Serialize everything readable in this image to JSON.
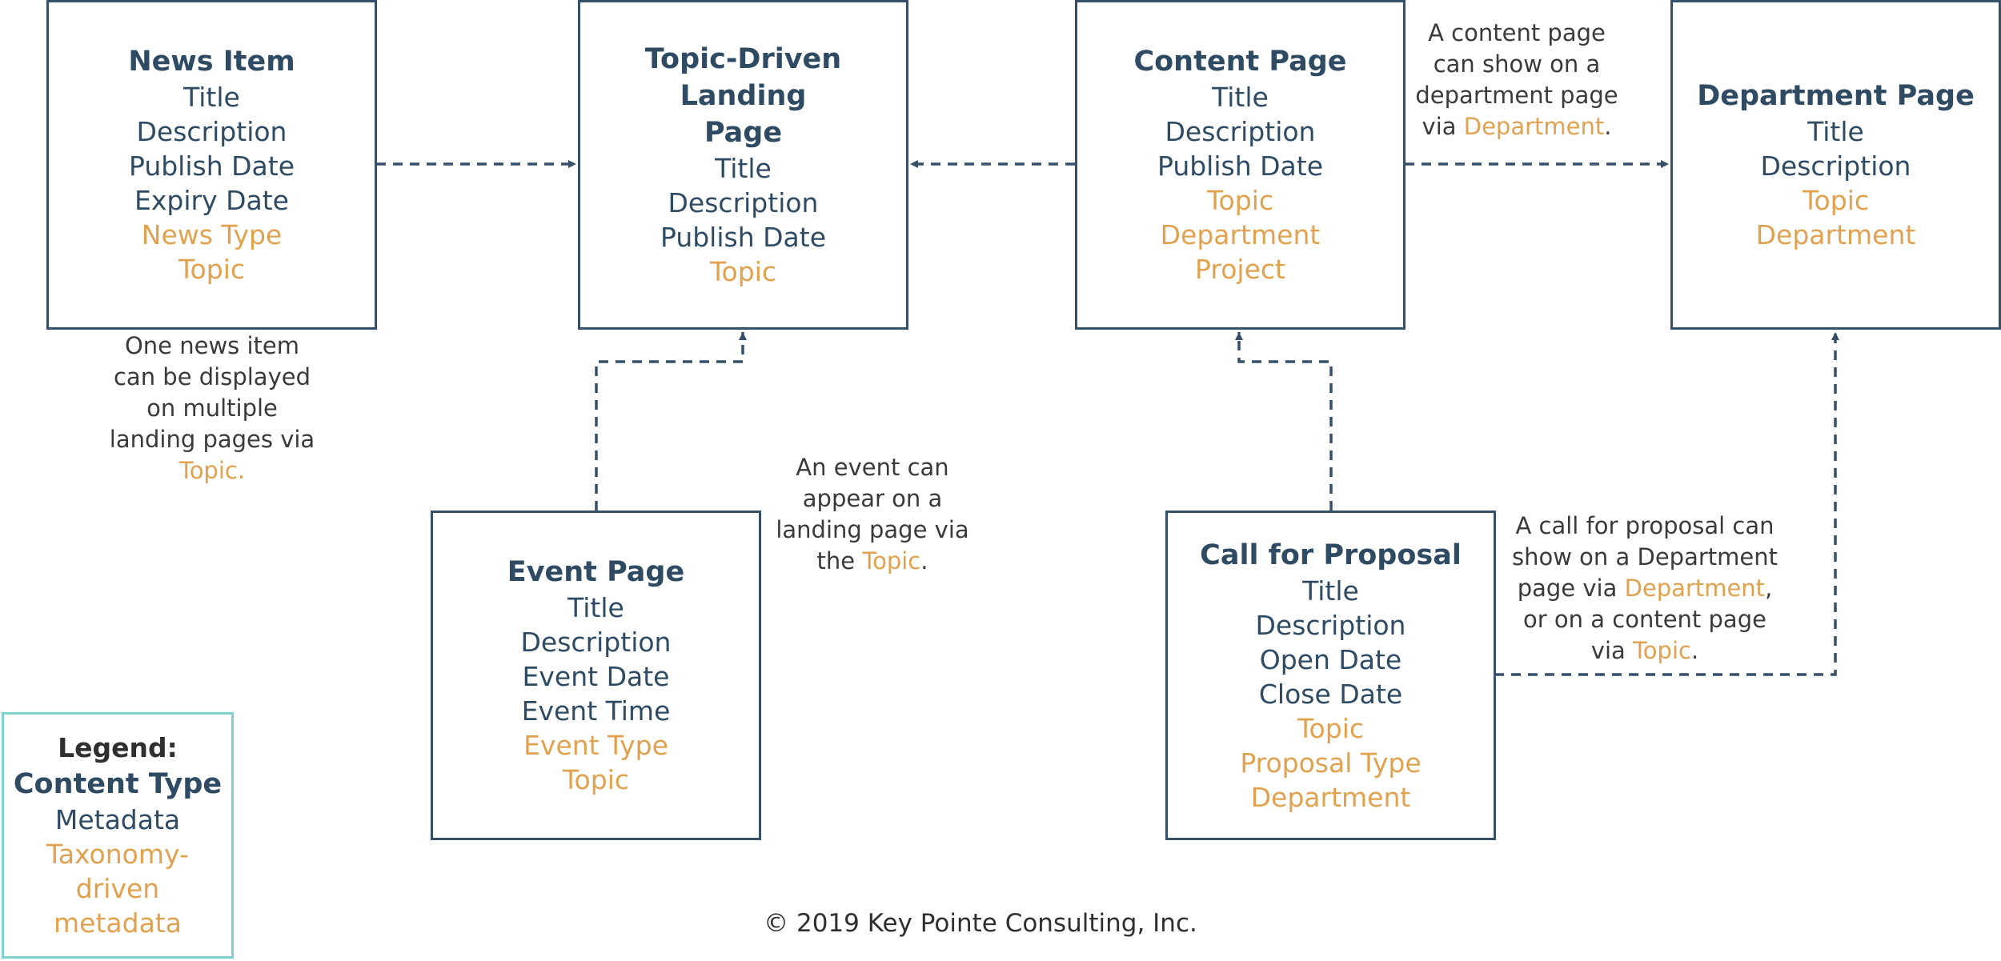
{
  "content_types": {
    "news_item": {
      "title": "News Item",
      "fields": [
        {
          "text": "Title",
          "kind": "metadata"
        },
        {
          "text": "Description",
          "kind": "metadata"
        },
        {
          "text": "Publish Date",
          "kind": "metadata"
        },
        {
          "text": "Expiry Date",
          "kind": "metadata"
        },
        {
          "text": "News Type",
          "kind": "taxonomy"
        },
        {
          "text": "Topic",
          "kind": "taxonomy"
        }
      ]
    },
    "topic_landing_page": {
      "title": "Topic-Driven Landing Page",
      "fields": [
        {
          "text": "Title",
          "kind": "metadata"
        },
        {
          "text": "Description",
          "kind": "metadata"
        },
        {
          "text": "Publish Date",
          "kind": "metadata"
        },
        {
          "text": "Topic",
          "kind": "taxonomy"
        }
      ]
    },
    "content_page": {
      "title": "Content Page",
      "fields": [
        {
          "text": "Title",
          "kind": "metadata"
        },
        {
          "text": "Description",
          "kind": "metadata"
        },
        {
          "text": "Publish Date",
          "kind": "metadata"
        },
        {
          "text": "Topic",
          "kind": "taxonomy"
        },
        {
          "text": "Department",
          "kind": "taxonomy"
        },
        {
          "text": "Project",
          "kind": "taxonomy"
        }
      ]
    },
    "department_page": {
      "title": "Department Page",
      "fields": [
        {
          "text": "Title",
          "kind": "metadata"
        },
        {
          "text": "Description",
          "kind": "metadata"
        },
        {
          "text": "Topic",
          "kind": "taxonomy"
        },
        {
          "text": "Department",
          "kind": "taxonomy"
        }
      ]
    },
    "event_page": {
      "title": "Event Page",
      "fields": [
        {
          "text": "Title",
          "kind": "metadata"
        },
        {
          "text": "Description",
          "kind": "metadata"
        },
        {
          "text": "Event Date",
          "kind": "metadata"
        },
        {
          "text": "Event Time",
          "kind": "metadata"
        },
        {
          "text": "Event Type",
          "kind": "taxonomy"
        },
        {
          "text": "Topic",
          "kind": "taxonomy"
        }
      ]
    },
    "call_for_proposal": {
      "title": "Call for Proposal",
      "fields": [
        {
          "text": "Title",
          "kind": "metadata"
        },
        {
          "text": "Description",
          "kind": "metadata"
        },
        {
          "text": "Open Date",
          "kind": "metadata"
        },
        {
          "text": "Close Date",
          "kind": "metadata"
        },
        {
          "text": "Topic",
          "kind": "taxonomy"
        },
        {
          "text": "Proposal Type",
          "kind": "taxonomy"
        },
        {
          "text": "Department",
          "kind": "taxonomy"
        }
      ]
    }
  },
  "notes": {
    "news": {
      "lines": [
        [
          {
            "t": "One news item"
          }
        ],
        [
          {
            "t": "can be displayed"
          }
        ],
        [
          {
            "t": "on multiple"
          }
        ],
        [
          {
            "t": "landing pages via"
          }
        ],
        [
          {
            "t": "Topic.",
            "hl": true
          }
        ]
      ]
    },
    "content": {
      "lines": [
        [
          {
            "t": "A content page"
          }
        ],
        [
          {
            "t": "can show on a"
          }
        ],
        [
          {
            "t": "department page"
          }
        ],
        [
          {
            "t": "via "
          },
          {
            "t": "Department",
            "hl": true
          },
          {
            "t": "."
          }
        ]
      ]
    },
    "event": {
      "lines": [
        [
          {
            "t": "An event can"
          }
        ],
        [
          {
            "t": "appear on a"
          }
        ],
        [
          {
            "t": "landing page via"
          }
        ],
        [
          {
            "t": "the "
          },
          {
            "t": "Topic",
            "hl": true
          },
          {
            "t": "."
          }
        ]
      ]
    },
    "proposal": {
      "lines": [
        [
          {
            "t": "A call for proposal can"
          }
        ],
        [
          {
            "t": "show on a Department"
          }
        ],
        [
          {
            "t": "page via "
          },
          {
            "t": "Department",
            "hl": true
          },
          {
            "t": ","
          }
        ],
        [
          {
            "t": "or on a content page"
          }
        ],
        [
          {
            "t": "via "
          },
          {
            "t": "Topic",
            "hl": true
          },
          {
            "t": "."
          }
        ]
      ]
    }
  },
  "legend": {
    "heading": "Legend:",
    "content_type": "Content Type",
    "metadata": "Metadata",
    "taxonomy": "Taxonomy-driven metadata"
  },
  "footer": {
    "copyright": "© 2019 Key Pointe Consulting, Inc."
  },
  "colors": {
    "metadata": "#2f4a63",
    "taxonomy": "#e1a24f",
    "box_border": "#36506a",
    "legend_border": "#7fd3cf",
    "connector": "#36506a"
  }
}
